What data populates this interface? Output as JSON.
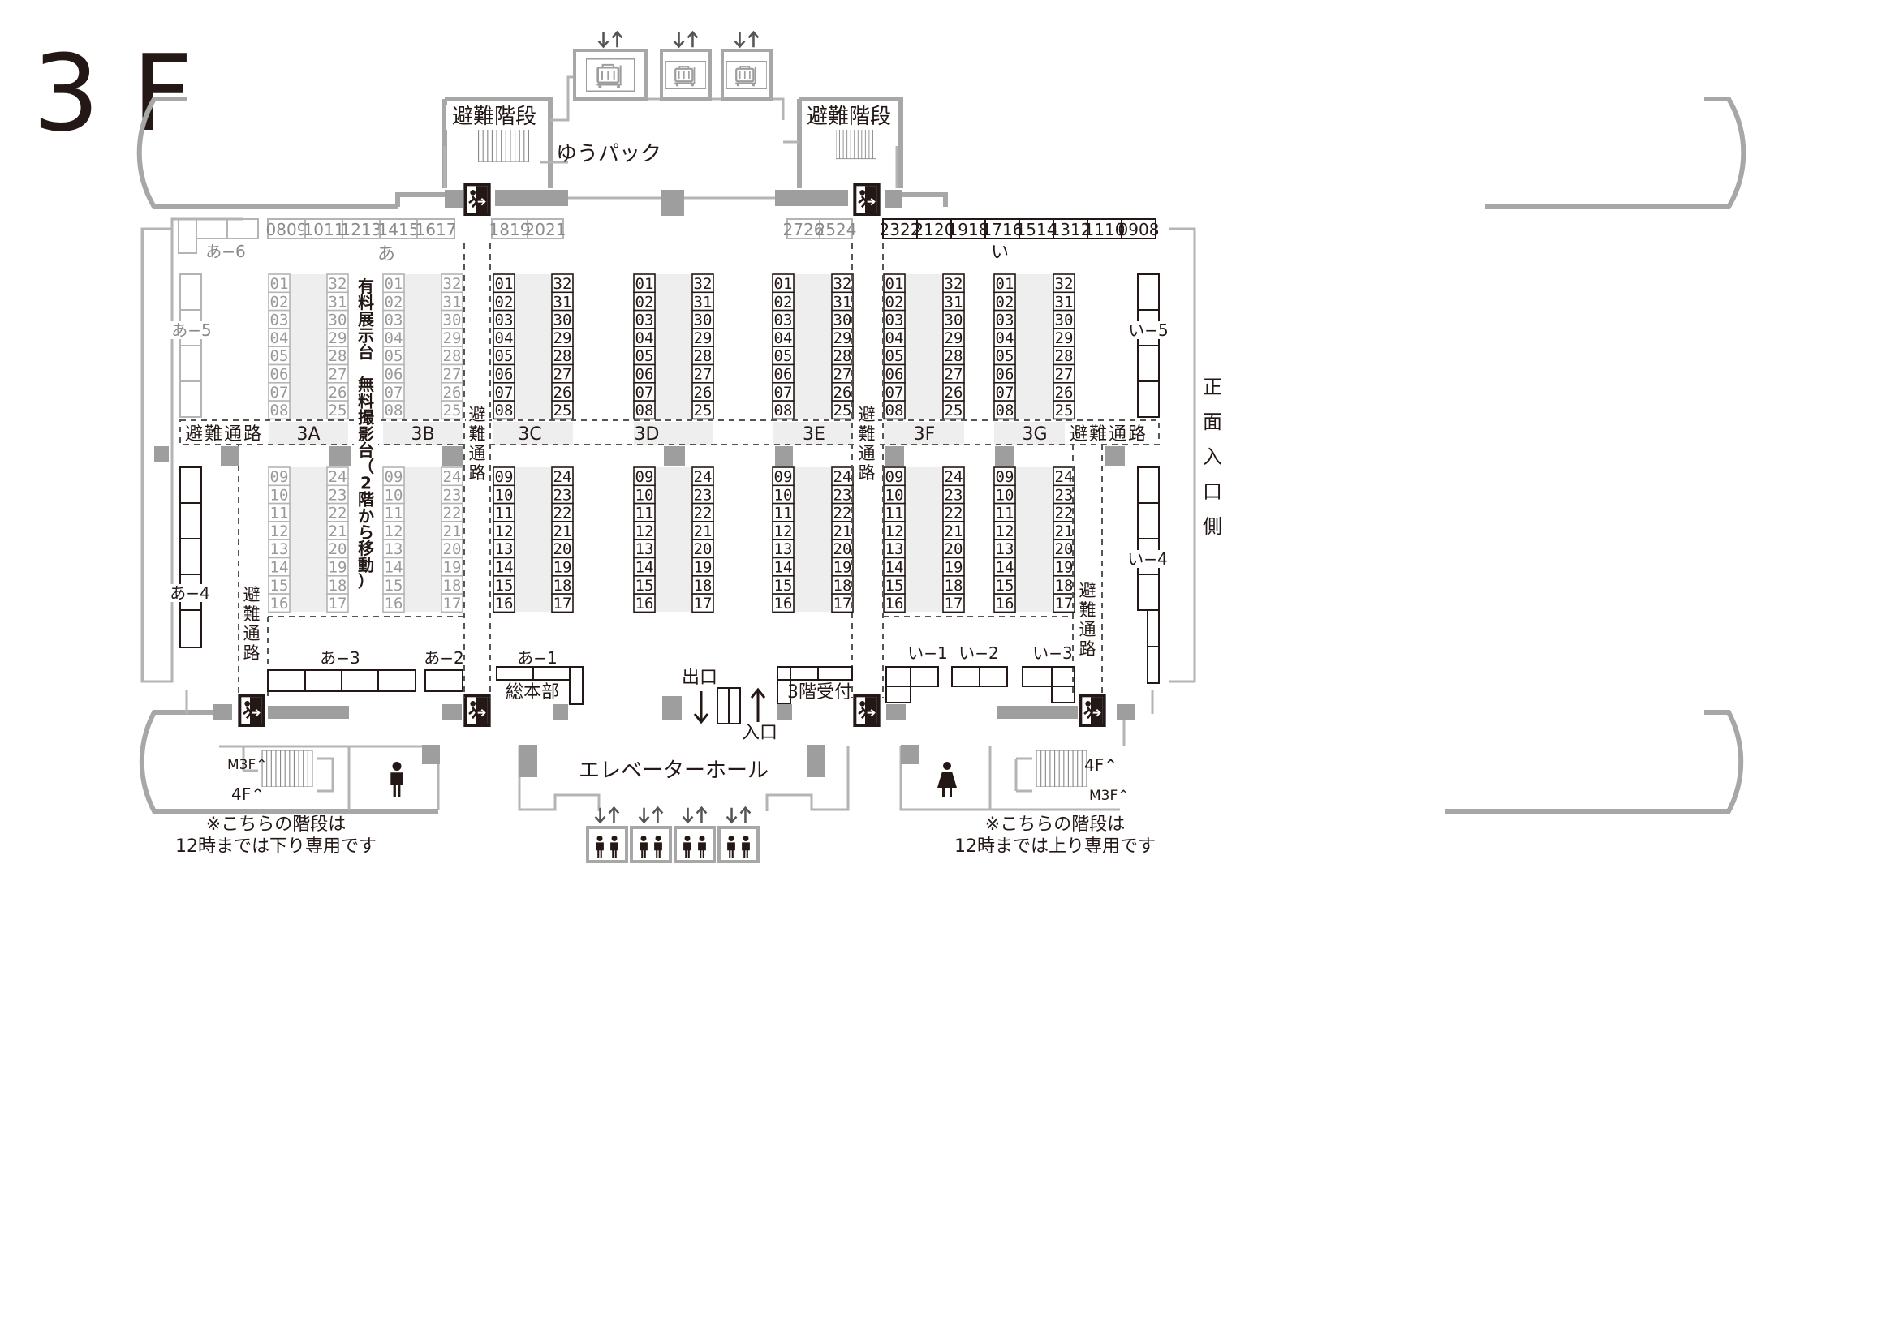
{
  "floor_label": "3F",
  "emergency_stairs_label": "避難階段",
  "yupack_label": "ゆうパック",
  "evac_route_label": "避難通路",
  "evac_route_vertical": [
    "避",
    "難",
    "通",
    "路"
  ],
  "front_entrance_side": [
    "正",
    "面",
    "入",
    "口",
    "側"
  ],
  "sections": [
    "3A",
    "3B",
    "3C",
    "3D",
    "3E",
    "3F",
    "3G"
  ],
  "booth_top_numbers": [
    "01",
    "02",
    "03",
    "04",
    "05",
    "06",
    "07",
    "08"
  ],
  "booth_top_numbers_right": [
    "32",
    "31",
    "30",
    "29",
    "28",
    "27",
    "26",
    "25"
  ],
  "booth_bottom_numbers": [
    "09",
    "10",
    "11",
    "12",
    "13",
    "14",
    "15",
    "16"
  ],
  "booth_bottom_numbers_right": [
    "24",
    "23",
    "22",
    "21",
    "20",
    "19",
    "18",
    "17"
  ],
  "paid_display_text": [
    "有",
    "料",
    "展",
    "示",
    "台",
    "　",
    "無",
    "料",
    "撮",
    "影",
    "台",
    "（",
    "2",
    "階",
    "か",
    "ら",
    "移",
    "動",
    "）"
  ],
  "top_booths_a_left": [
    "0809",
    "1011",
    "1213",
    "1415",
    "1617"
  ],
  "top_booths_a_mid": [
    "1819",
    "2021"
  ],
  "top_booths_right": [
    "2726",
    "2524"
  ],
  "top_booths_i": [
    "2322",
    "2120",
    "1918",
    "1716",
    "1514",
    "1312",
    "1110",
    "0908"
  ],
  "label_a": "あ",
  "label_i": "い",
  "a_labels": {
    "a1": "あ−1",
    "a2": "あ−2",
    "a3": "あ−3",
    "a4": "あ−4",
    "a5": "あ−5",
    "a6": "あ−6"
  },
  "i_labels": {
    "i1": "い−1",
    "i2": "い−2",
    "i3": "い−3",
    "i4": "い−4",
    "i5": "い−5"
  },
  "headquarters_label": "総本部",
  "reception_label": "3階受付",
  "exit_label": "出口",
  "entrance_label": "入口",
  "elevator_hall_label": "エレベーターホール",
  "stairs_labels": {
    "m3f": "M3F",
    "f4": "4F"
  },
  "stairs_note_left": [
    "※こちらの階段は",
    "12時までは下り専用です"
  ],
  "stairs_note_right": [
    "※こちらの階段は",
    "12時までは上り専用です"
  ],
  "icons": [
    "elevator-icon",
    "freight-elevator-icon",
    "emergency-exit-icon",
    "restroom-male-icon",
    "restroom-female-icon",
    "up-down-arrow-icon"
  ]
}
